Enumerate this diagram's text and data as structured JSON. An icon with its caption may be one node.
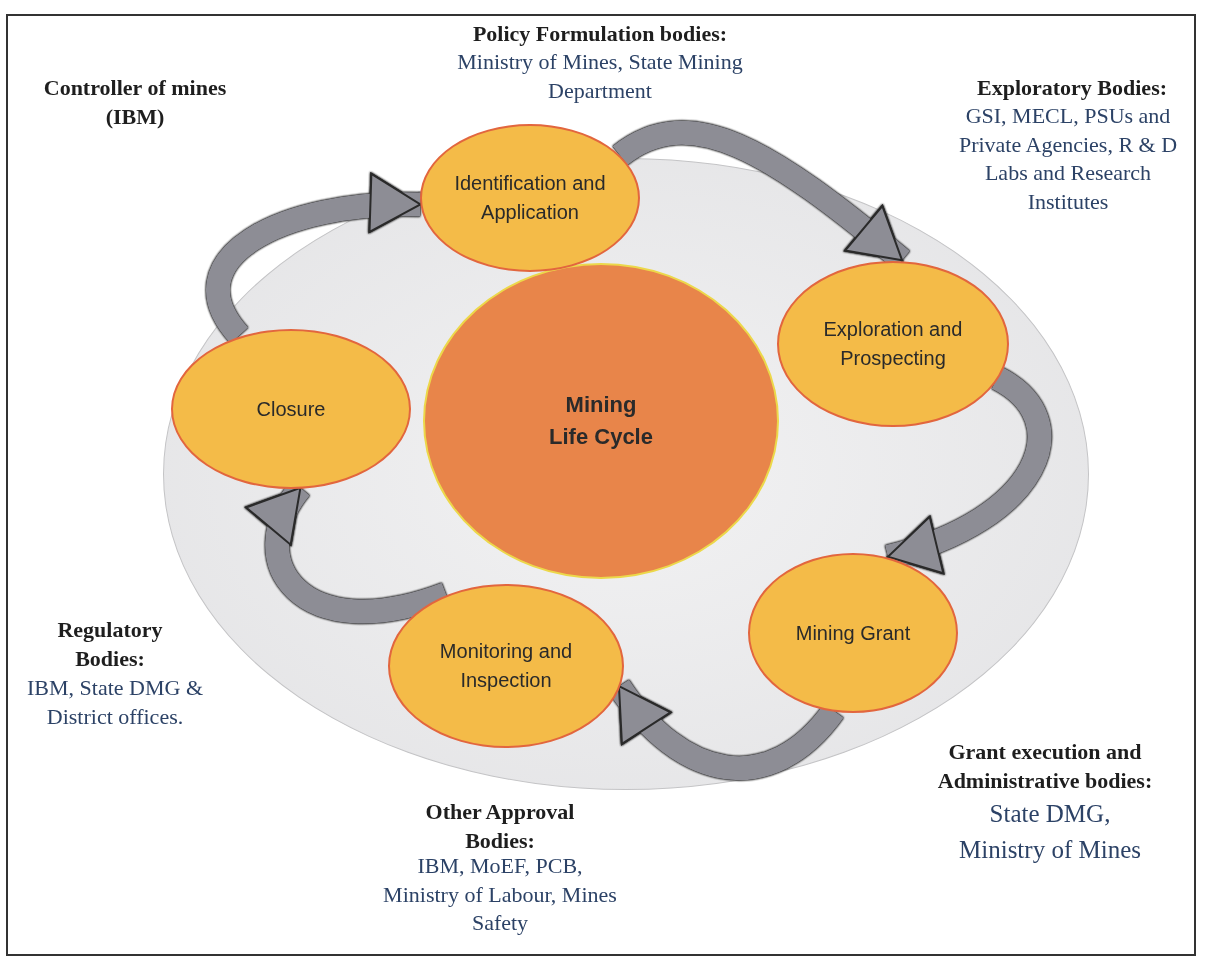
{
  "diagram": {
    "nodes": [
      {
        "text": [],
        "shape": "ellipse"
      },
      {
        "text": [
          "Identification and Application"
        ]
      },
      {
        "text": [
          "Exploration and Prospecting"
        ],
        "in": 0
      },
      {
        "text": [
          "Mining Grant"
        ],
        "in": 0
      },
      {
        "text": [
          "Monitoring and Inspection"
        ],
        "in": 0
      },
      {
        "text": [
          "Closure"
        ],
        "in": 0
      },
      {
        "text": [
          "Mining Life Cycle"
        ],
        "in": 0
      }
    ],
    "edges": [
      {
        "from": 1,
        "to": 2,
        "arrow": "to"
      },
      {
        "from": 2,
        "to": 3,
        "arrow": "to"
      },
      {
        "from": 3,
        "to": 4,
        "arrow": "to"
      },
      {
        "from": 4,
        "to": 5,
        "arrow": "to"
      },
      {
        "from": 5,
        "to": 1,
        "arrow": "to"
      }
    ],
    "labels": [
      "Policy Formulation bodies:",
      "Ministry of Mines, State Mining Department",
      "Controller of mines (IBM)",
      "Exploratory Bodies:",
      "GSI, MECL, PSUs and Private Agencies, R & D Labs and Research Institutes",
      "Regulatory Bodies:",
      "IBM, State DMG & District offices.",
      "Grant execution and Administrative bodies:",
      "State DMG, Ministry of Mines",
      "Other Approval Bodies:",
      "IBM, MoEF, PCB, Ministry of Labour, Mines Safety"
    ]
  }
}
